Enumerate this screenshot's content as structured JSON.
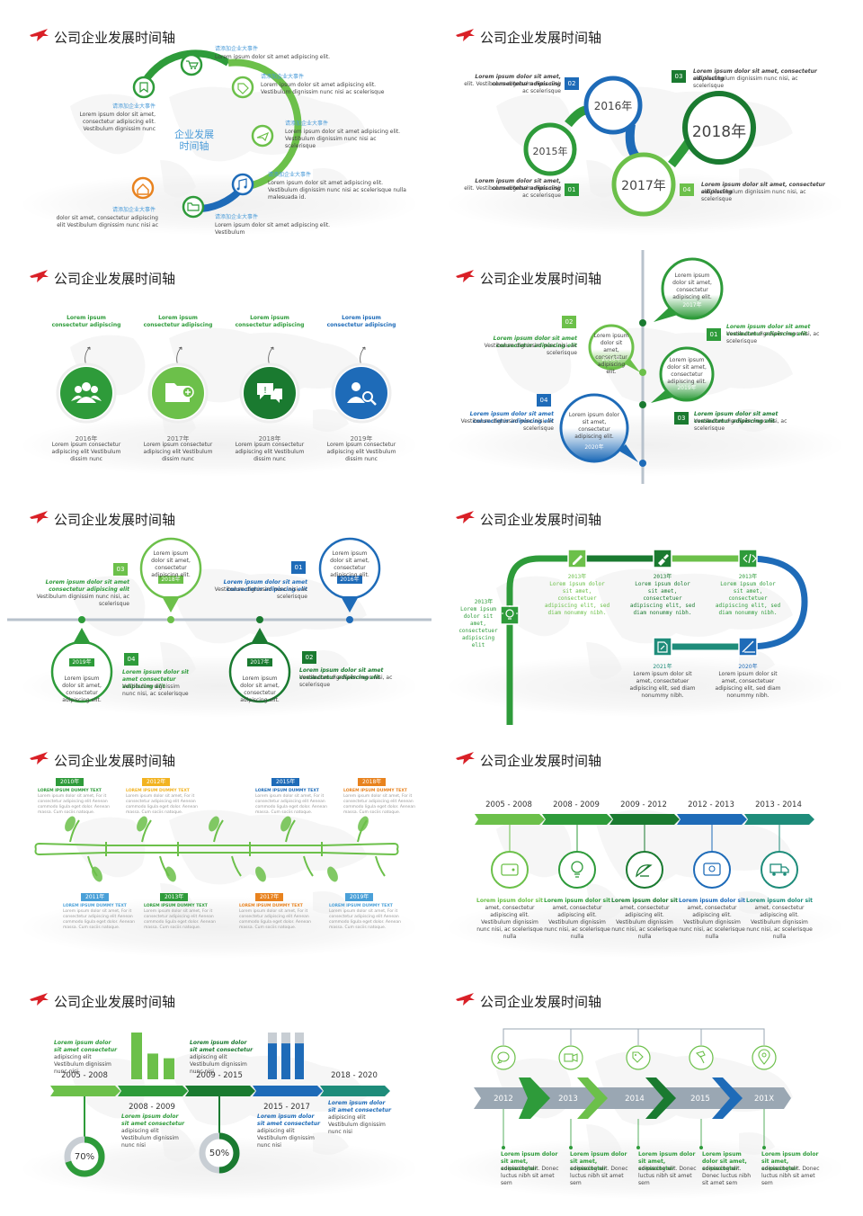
{
  "page_title": "公司企业发展时间轴",
  "colors": {
    "green": "#2e9b3a",
    "light_green": "#6cc04a",
    "blue": "#1e6bb8",
    "dark_green": "#1a7a30",
    "orange": "#e8821e",
    "gray": "#9aa7b3"
  },
  "s1": {
    "center": [
      "企业发展",
      "时间轴"
    ],
    "events": [
      {
        "title": "请添加企业大事件",
        "body": "Lorem ipsum dolor sit amet adipiscing elit."
      },
      {
        "title": "请添加企业大事件",
        "body": "Lorem ipsum dolor sit amet adipiscing elit. Vestibulum dignissim nunc nisi ac scelerisque"
      },
      {
        "title": "请添加企业大事件",
        "body": "Lorem ipsum dolor sit amet adipiscing elit. Vestibulum dignissim nunc nisi ac scelerisque"
      },
      {
        "title": "请添加企业大事件",
        "body": "Lorem ipsum dolor sit amet adipiscing elit. Vestibulum dignissim nunc nisi ac scelerisque nulla malesuada id."
      },
      {
        "title": "请添加企业大事件",
        "body": "Lorem ipsum dolor sit amet adipiscing elit. Vestibulum"
      },
      {
        "title": "请添加企业大事件",
        "body": "Lorem ipsum dolor sit amet, consectetur adipiscing elit. Vestibulum dignissim nunc"
      },
      {
        "title": "请添加企业大事件",
        "body": "dolor sit amet, consectetur adipiscing elit Vestibulum dignissim nunc nisi ac"
      }
    ]
  },
  "s2": {
    "years": [
      "2015年",
      "2016年",
      "2017年",
      "2018年"
    ],
    "nums": [
      "01",
      "02",
      "03",
      "04"
    ],
    "text_italic": "Lorem ipsum dolor sit amet, consectetur adipiscing",
    "text_plain": "elit. Vestibulum dignissim nunc nisi, ac scelerisque"
  },
  "s3": {
    "items": [
      {
        "head": "Lorem ipsum consectetur adipiscing",
        "year": "2016年",
        "body": "Lorem ipsum consectetur adipiscing elit Vestibulum dissim nunc"
      },
      {
        "head": "Lorem ipsum consectetur adipiscing",
        "year": "2017年",
        "body": "Lorem ipsum consectetur adipiscing elit Vestibulum dissim nunc"
      },
      {
        "head": "Lorem ipsum consectetur adipiscing",
        "year": "2018年",
        "body": "Lorem ipsum consectetur adipiscing elit Vestibulum dissim nunc"
      },
      {
        "head": "Lorem ipsum consectetur adipiscing",
        "year": "2019年",
        "body": "Lorem ipsum consectetur adipiscing elit Vestibulum dissim nunc"
      }
    ]
  },
  "s4": {
    "bubble_text": "Lorem ipsum dolor sit amet, consectetur adipiscing elit.",
    "bubble_years": [
      "2017年",
      "2016年",
      "2019年",
      "2020年"
    ],
    "nums": [
      "01",
      "02",
      "03",
      "04"
    ],
    "side_italic": "Lorem ipsum dolor sit amet consectetur adipiscing elit",
    "side_plain": "Vestibulum dignissim nunc nisi, ac scelerisque"
  },
  "s5": {
    "bubble_text": "Lorem ipsum dolor sit amet, consectetur adipiscing elit.",
    "years_top": [
      "2018年",
      "2016年"
    ],
    "years_bottom": [
      "2019年",
      "2017年"
    ],
    "nums": [
      "01",
      "02",
      "03",
      "04"
    ],
    "side_italic": "Lorem ipsum dolor sit amet consectetur adipiscing elit",
    "side_plain": "Vestibulum dignissim nunc nisi, ac scelerisque"
  },
  "s6": {
    "years_top": [
      "2013年",
      "2013年",
      "2013年"
    ],
    "years_bottom": [
      "2021年",
      "2020年"
    ],
    "left_year": "2013年",
    "text": "Lorem ipsum dolor sit amet, consectetuer adipiscing elit, sed diam nonummy nibh.",
    "text_short": "Lorem ipsum dolor sit amet, consectetuer adipiscing elit, sed diam nonummy nibh.",
    "left_text": "Lorem ipsum dolor sit amet, consectetuer adipiscing elit"
  },
  "s7": {
    "top_years": [
      "2010年",
      "2012年",
      "2015年",
      "2018年"
    ],
    "bottom_years": [
      "2011年",
      "2013年",
      "2017年",
      "2019年"
    ],
    "head": "LOREM IPSUM DUMMY TEXT",
    "body": "Lorem ipsum dolor sit amet, For it consectetur adipiscing elit Aenean commodo ligula eget dolor. Aenean massa. Cum sociis natoque."
  },
  "s8": {
    "ranges": [
      "2005 - 2008",
      "2008 - 2009",
      "2009 - 2012",
      "2012 - 2013",
      "2013 - 2014"
    ],
    "head": "Lorem ipsum dolor sit",
    "body": "amet, consectetur adipiscing elit. Vestibulum dignissim nunc nisi, ac scelerisque nulla"
  },
  "s9": {
    "ranges_top": [
      "2005 - 2008",
      "2009 - 2015",
      "2018 - 2020"
    ],
    "ranges_bottom": [
      "2008 - 2009",
      "2015 - 2017"
    ],
    "head": "Lorem ipsum dolor sit amet consectetur",
    "body": "adipiscing elit Vestibulum dignissim nunc nisi",
    "donuts": [
      {
        "label": "70%",
        "fraction": 0.7
      },
      {
        "label": "50%",
        "fraction": 0.5
      }
    ],
    "bars_green": [
      1.0,
      0.55,
      0.45
    ],
    "bars_blue": [
      0.95,
      0.95,
      0.95
    ]
  },
  "s10": {
    "years": [
      "2012",
      "2013",
      "2014",
      "2015",
      "201X"
    ],
    "head": "Lorem ipsum dolor sit amet, consectetur",
    "body": "adipiscing elit. Donec luctus nibh sit amet sem"
  }
}
